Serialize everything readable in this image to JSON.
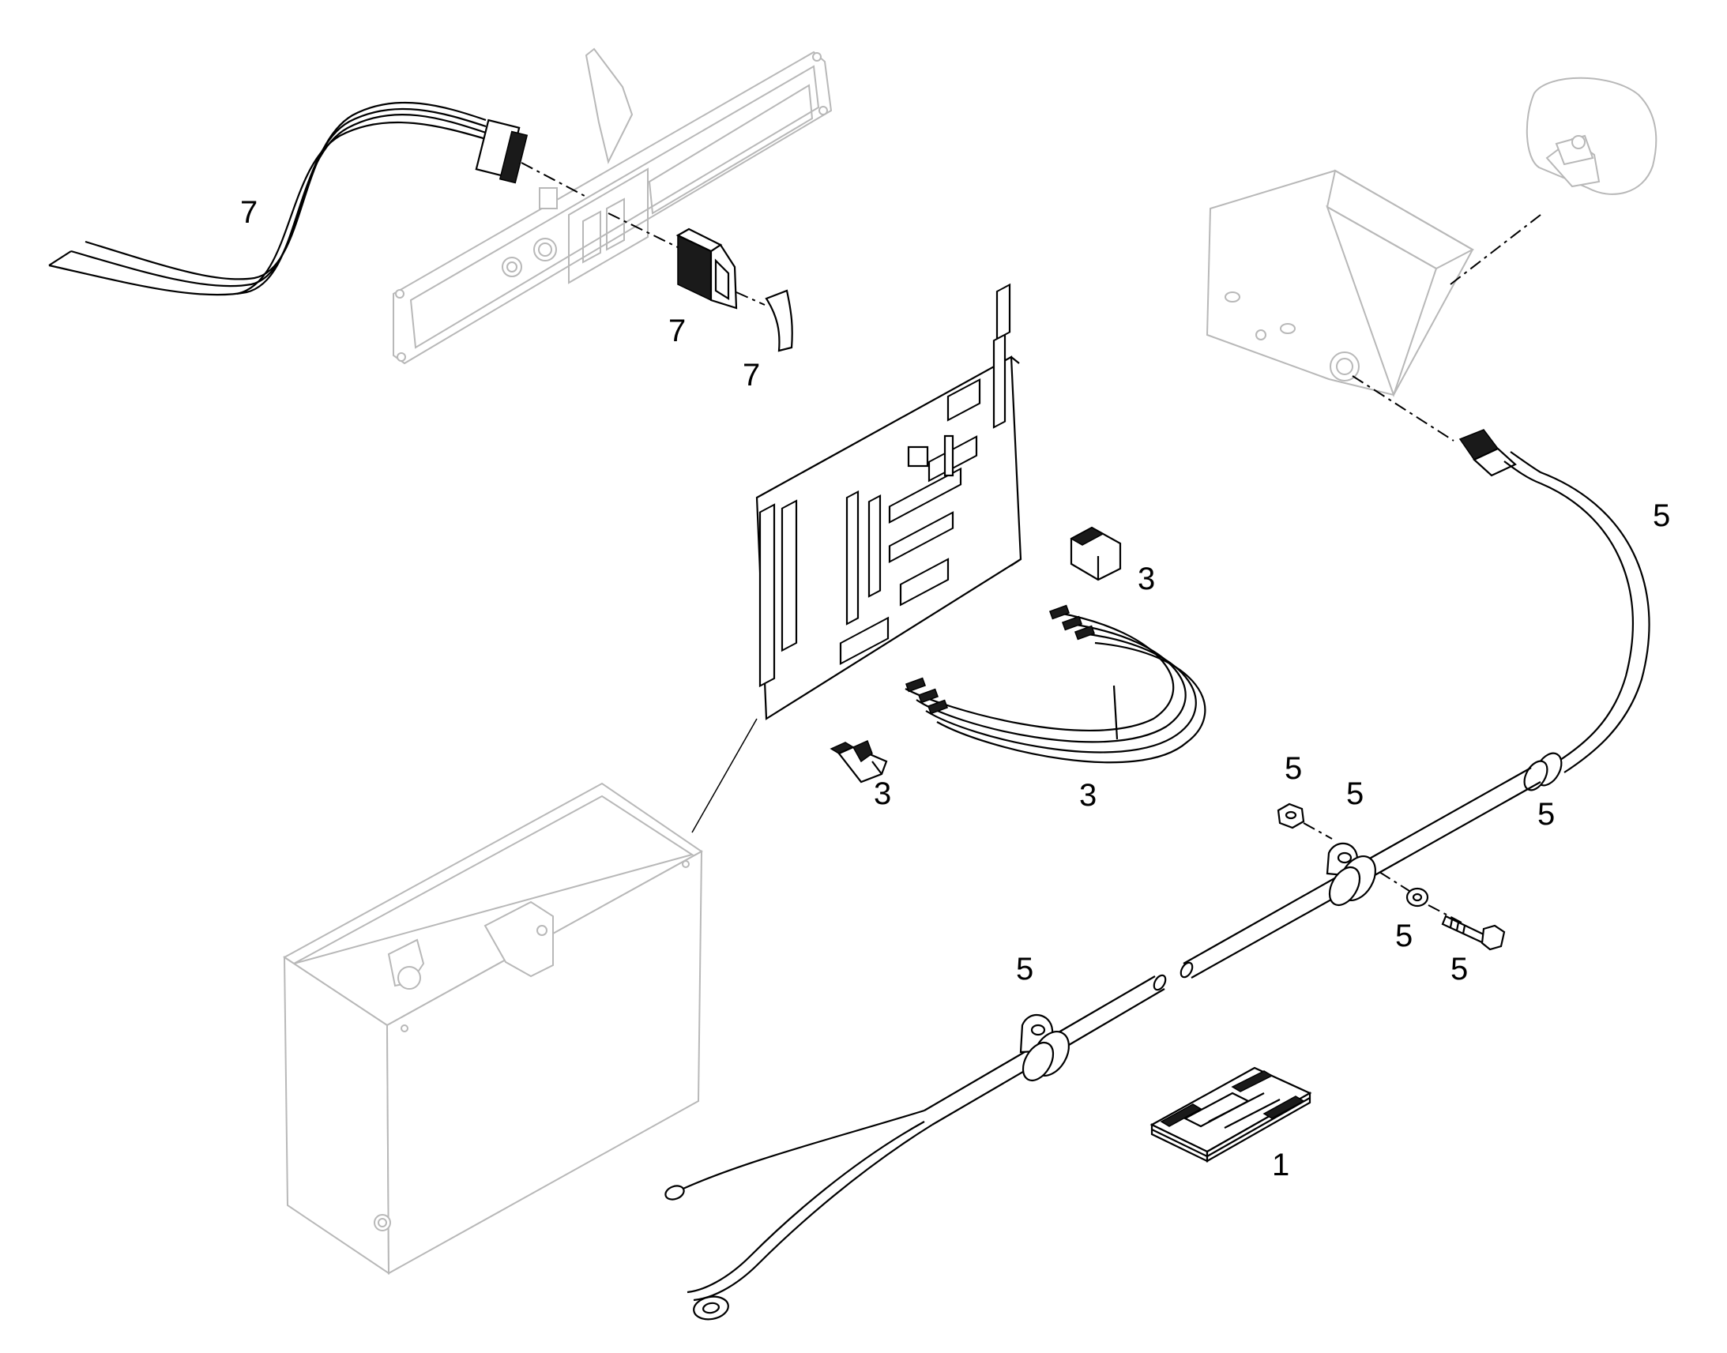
{
  "diagram": {
    "callouts": {
      "harness_7": "7",
      "switch_7": "7",
      "lens_7": "7",
      "relay_3": "3",
      "fuse_3": "3",
      "jumpers_3": "3",
      "cable_5": "5",
      "nut_5": "5",
      "clamp_upper_5": "5",
      "grommet_5": "5",
      "washer_5": "5",
      "bolt_5": "5",
      "clamp_lower_5": "5",
      "manual_1": "1"
    },
    "colors": {
      "line": "#000000",
      "ghost": "#b8b8b8",
      "background": "#ffffff"
    }
  }
}
